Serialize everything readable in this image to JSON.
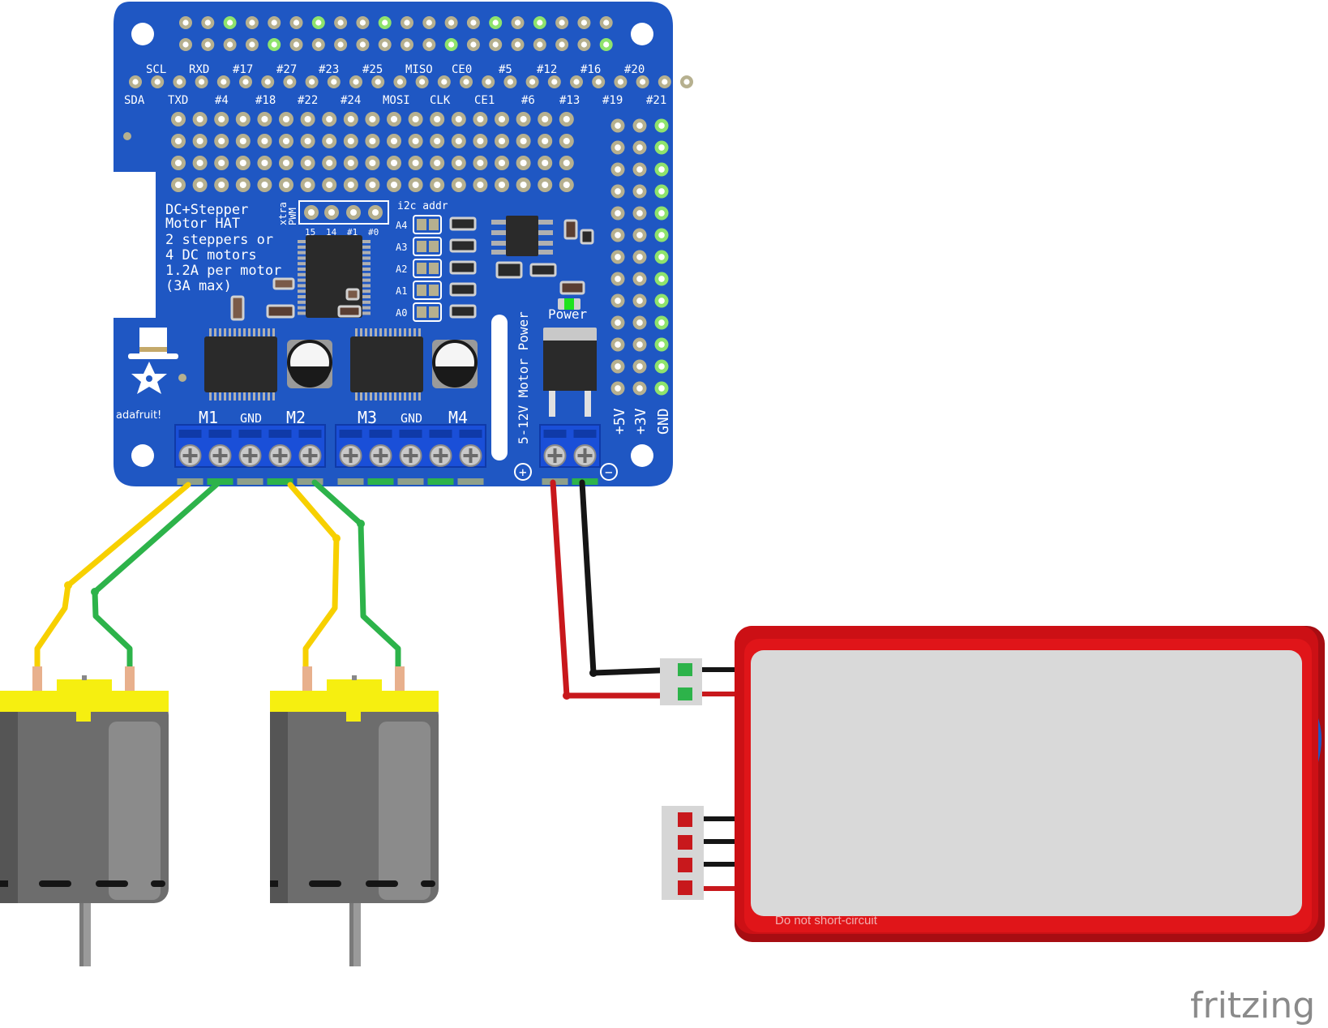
{
  "board": {
    "title_line1": "DC+Stepper",
    "title_line2": "Motor HAT",
    "desc_line1": "2 steppers or",
    "desc_line2": "4 DC motors",
    "desc_line3": "1.2A per motor",
    "desc_line4": "(3A max)",
    "brand": "adafruit!",
    "xtra_pwm_line1": "xtra",
    "xtra_pwm_line2": "PWM",
    "pwm_pins": [
      "15",
      "14",
      "#1",
      "#0"
    ],
    "i2c_label": "i2c addr",
    "addr_labels": [
      "A4",
      "A3",
      "A2",
      "A1",
      "A0"
    ],
    "power_label": "Power",
    "motor_power_label": "5-12V Motor Power",
    "plus_symbol": "+",
    "minus_symbol": "−",
    "terminal_labels": [
      "M1",
      "GND",
      "M2",
      "M3",
      "GND",
      "M4"
    ],
    "rail_labels": [
      "+5V",
      "+3V",
      "GND"
    ],
    "gpio_top": [
      "SCL",
      "RXD",
      "#17",
      "#27",
      "#23",
      "#25",
      "MISO",
      "CE0",
      "#5",
      "#12",
      "#16",
      "#20"
    ],
    "gpio_bottom": [
      "SDA",
      "TXD",
      "#4",
      "#18",
      "#22",
      "#24",
      "MOSI",
      "CLK",
      "CE1",
      "#6",
      "#13",
      "#19",
      "#21"
    ]
  },
  "battery": {
    "warning": "Do not short-circuit"
  },
  "footer": {
    "logo": "fritzing"
  },
  "colors": {
    "pcb": "#1f57c3",
    "pad_ring": "#b6b08f",
    "lit_pad": "#8fe36c",
    "wire_yellow": "#f7d000",
    "wire_green": "#2db34a",
    "wire_red": "#c8181c",
    "wire_black": "#151515",
    "motor_cap": "#f6ef10",
    "motor_body": "#6d6d6d",
    "battery_case": "#cc1015",
    "battery_face": "#d9d9d9"
  }
}
